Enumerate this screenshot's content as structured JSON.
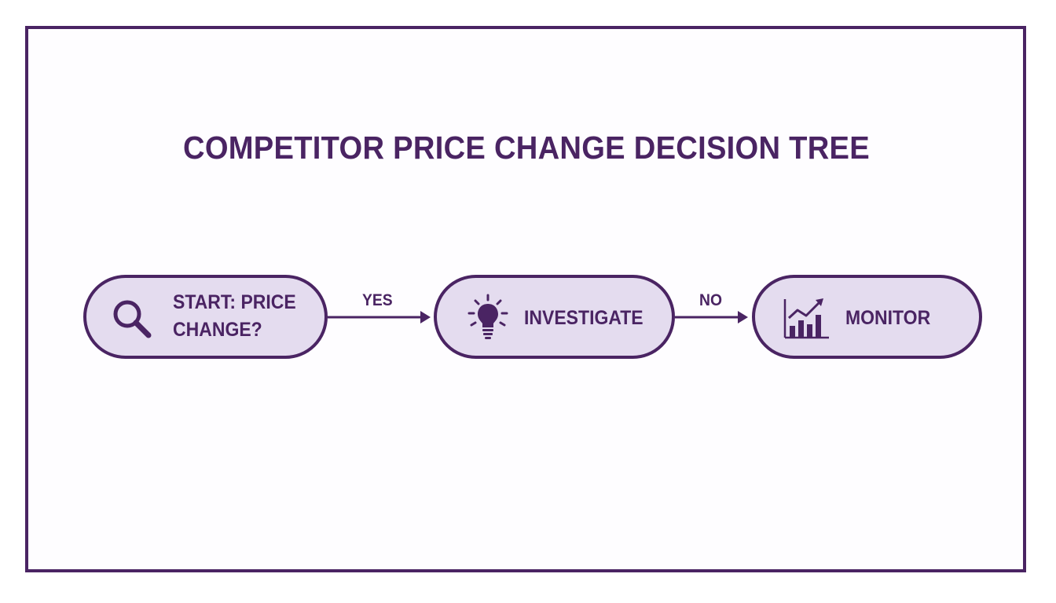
{
  "diagram": {
    "title": "COMPETITOR PRICE CHANGE DECISION TREE",
    "colors": {
      "accent": "#4a2463",
      "node_fill": "#e4dcef",
      "background": "#fefdff"
    },
    "nodes": [
      {
        "id": "start",
        "label": "START: PRICE\nCHANGE?",
        "icon": "magnifier-icon"
      },
      {
        "id": "investigate",
        "label": "INVESTIGATE",
        "icon": "lightbulb-icon"
      },
      {
        "id": "monitor",
        "label": "MONITOR",
        "icon": "bar-chart-trend-icon"
      }
    ],
    "edges": [
      {
        "from": "start",
        "to": "investigate",
        "label": "YES"
      },
      {
        "from": "investigate",
        "to": "monitor",
        "label": "NO"
      }
    ]
  }
}
